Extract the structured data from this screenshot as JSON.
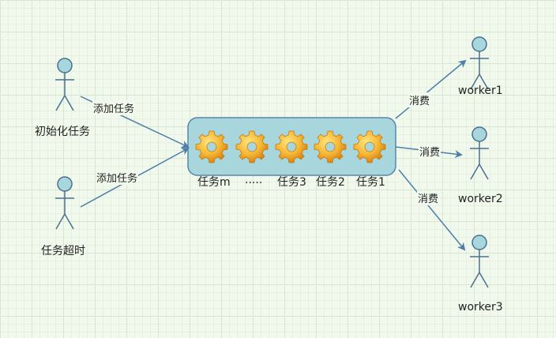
{
  "actors": {
    "init": "初始化任务",
    "timeout": "任务超时",
    "worker1": "worker1",
    "worker2": "worker2",
    "worker3": "worker3"
  },
  "edges": {
    "add1": "添加任务",
    "add2": "添加任务",
    "consume1": "消费",
    "consume2": "消费",
    "consume3": "消费"
  },
  "queue": {
    "tasks": [
      "任务m",
      ".....",
      "任务3",
      "任务2",
      "任务1"
    ]
  },
  "colors": {
    "actor_fill": "#a8d6dd",
    "actor_stroke": "#4a7090",
    "queue_fill": "#a8d6dd",
    "queue_stroke": "#5a86a8",
    "arrow": "#4d7ea8",
    "gear": "#f5a623"
  },
  "icons": {
    "task": "gear-icon"
  }
}
